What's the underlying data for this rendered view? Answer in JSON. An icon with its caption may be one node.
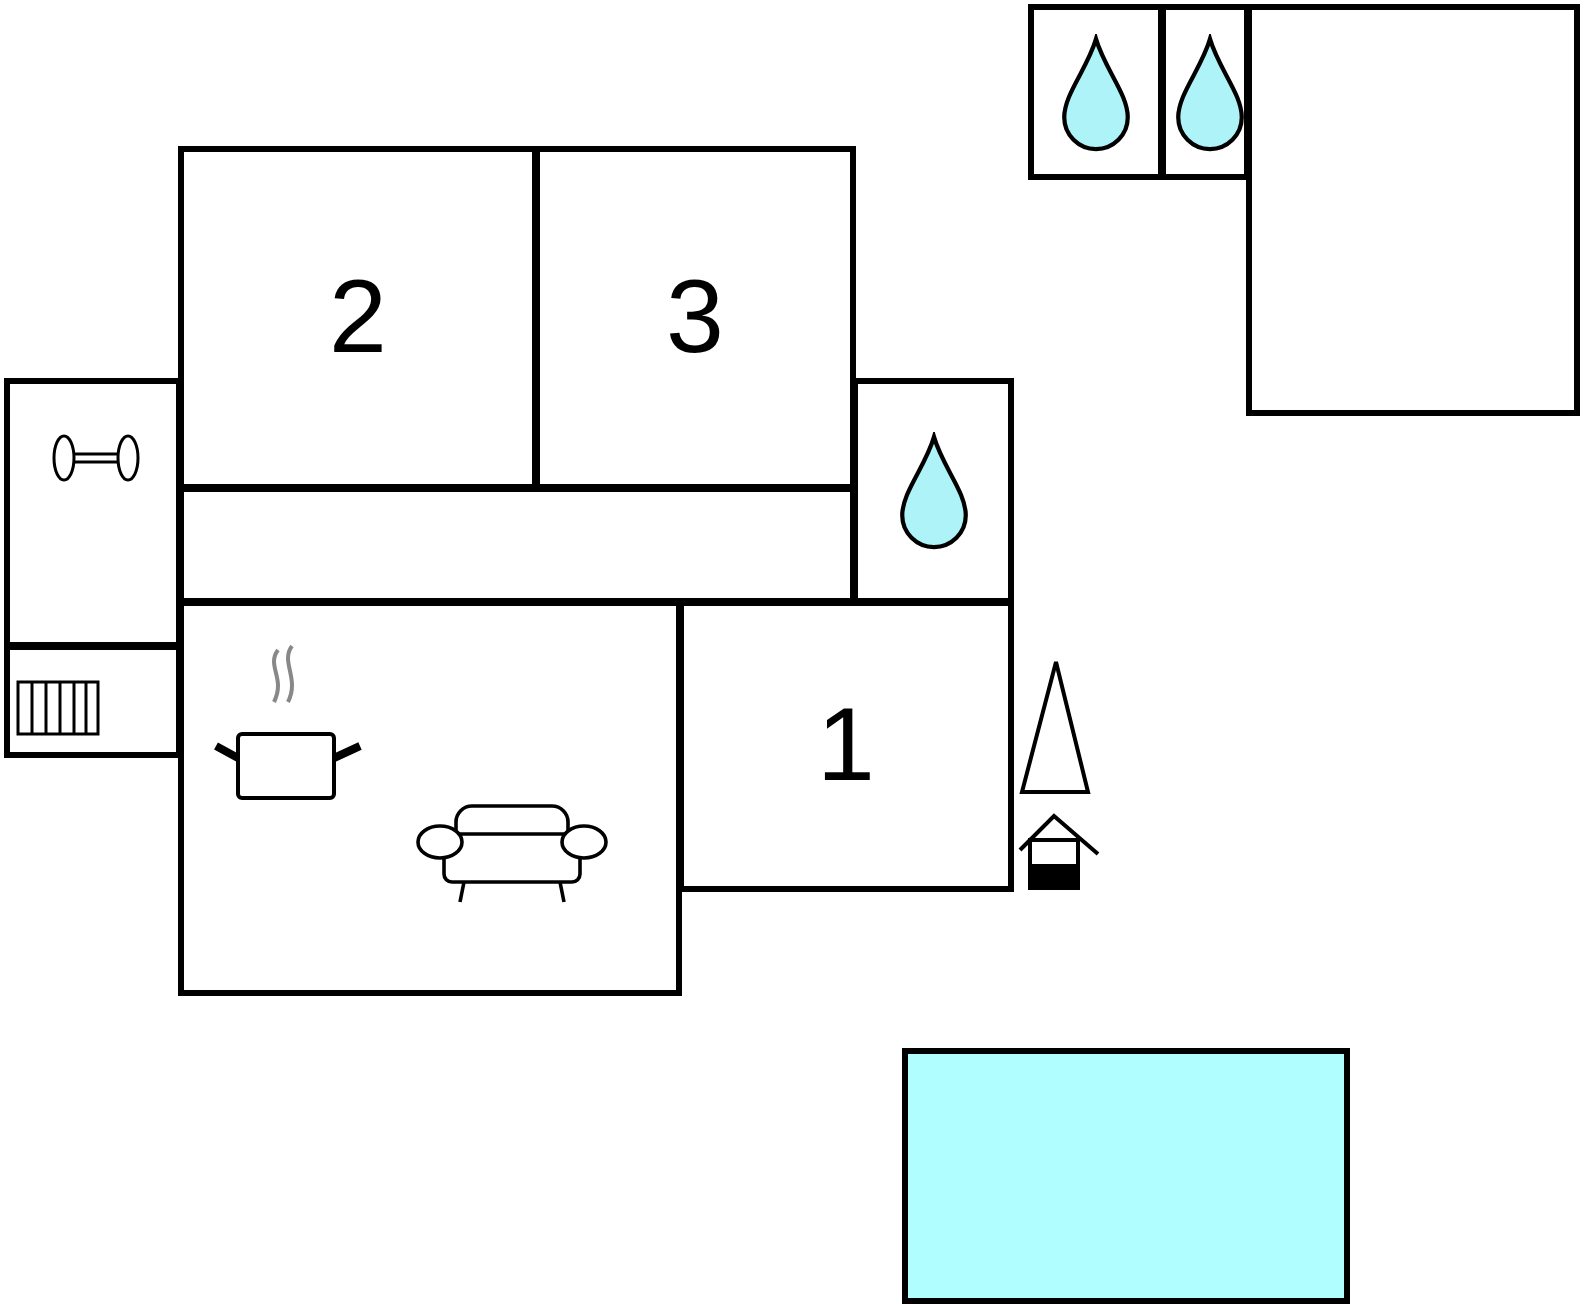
{
  "diagram": {
    "nodes": [
      {
        "text": [],
        "shape": "box"
      },
      {
        "text": [],
        "shape": "box"
      },
      {
        "text": [],
        "shape": "box"
      },
      {
        "text": [
          "2"
        ]
      },
      {
        "text": [
          "3"
        ]
      },
      {
        "text": [],
        "shape": "box"
      },
      {
        "text": [],
        "shape": "box"
      },
      {
        "text": [],
        "shape": "box"
      },
      {
        "text": [],
        "shape": "box"
      },
      {
        "text": [],
        "shape": "box"
      },
      {
        "text": [
          "1"
        ]
      },
      {
        "text": [],
        "shape": "box"
      }
    ]
  }
}
